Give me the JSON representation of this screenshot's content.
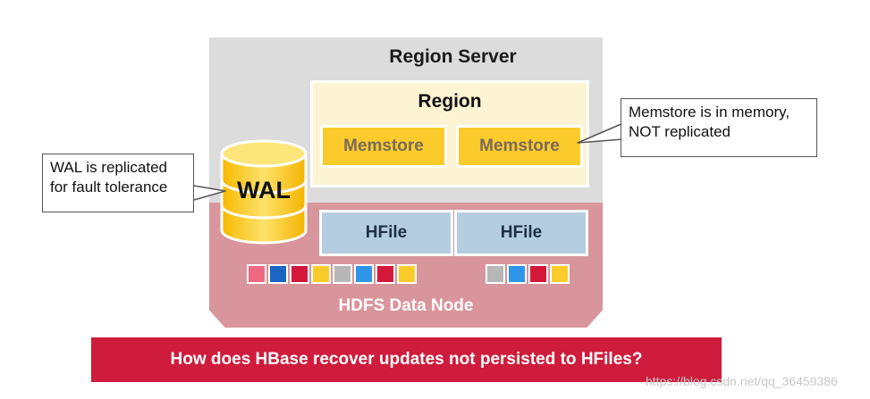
{
  "region_server": {
    "title": "Region Server"
  },
  "region": {
    "title": "Region",
    "memstores": [
      {
        "label": "Memstore"
      },
      {
        "label": "Memstore"
      }
    ]
  },
  "wal": {
    "label": "WAL"
  },
  "hfiles": [
    {
      "label": "HFile"
    },
    {
      "label": "HFile"
    }
  ],
  "hdfs": {
    "label": "HDFS Data Node"
  },
  "callouts": {
    "wal": {
      "line1": "WAL is replicated",
      "line2": "for  fault tolerance"
    },
    "memstore": {
      "line1": "Memstore is in memory,",
      "line2": "NOT replicated"
    }
  },
  "blocks": {
    "left": [
      "#f06981",
      "#1a66c2",
      "#d4183a",
      "#fbcb2c",
      "#b7b7b7",
      "#2f95e8",
      "#d4183a",
      "#fbcb2c"
    ],
    "right": [
      "#b7b7b7",
      "#2f95e8",
      "#d4183a",
      "#fbcb2c"
    ]
  },
  "question": {
    "text": "How does HBase recover updates not persisted to  HFiles?"
  },
  "watermark": {
    "text": "https://blog.csdn.net/qq_36459386"
  },
  "colors": {
    "server_gray": "#dcdcdc",
    "hdfs_pink": "#d8959b",
    "region_cream": "#fdf4d3",
    "memstore_yellow": "#fbcb2c",
    "hfile_blue": "#b4cde0",
    "banner_red": "#cf1c3c"
  }
}
